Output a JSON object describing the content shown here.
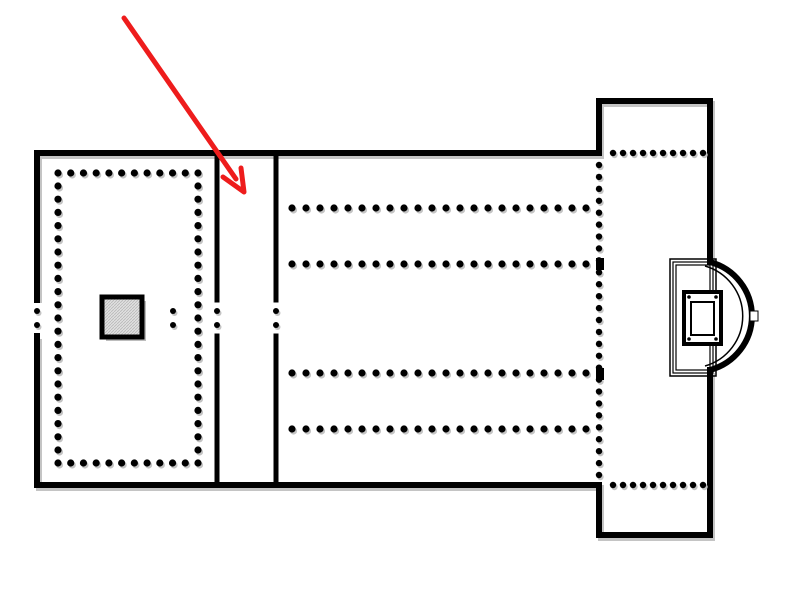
{
  "diagram": {
    "kind": "basilica-floor-plan",
    "colors": {
      "wall": "#000000",
      "column": "#000000",
      "shadow": "#bdbdbd",
      "altar_fill": "#e0e0e0",
      "arrow": "#ee1c1c",
      "background": "#ffffff"
    },
    "parts": [
      {
        "name": "atrium",
        "label": ""
      },
      {
        "name": "narthex",
        "label": ""
      },
      {
        "name": "nave",
        "label": ""
      },
      {
        "name": "aisles",
        "label": ""
      },
      {
        "name": "transept",
        "label": ""
      },
      {
        "name": "apse",
        "label": ""
      },
      {
        "name": "altar",
        "label": ""
      }
    ],
    "pointer": {
      "target": "narthex",
      "icon": "arrow-icon"
    }
  }
}
